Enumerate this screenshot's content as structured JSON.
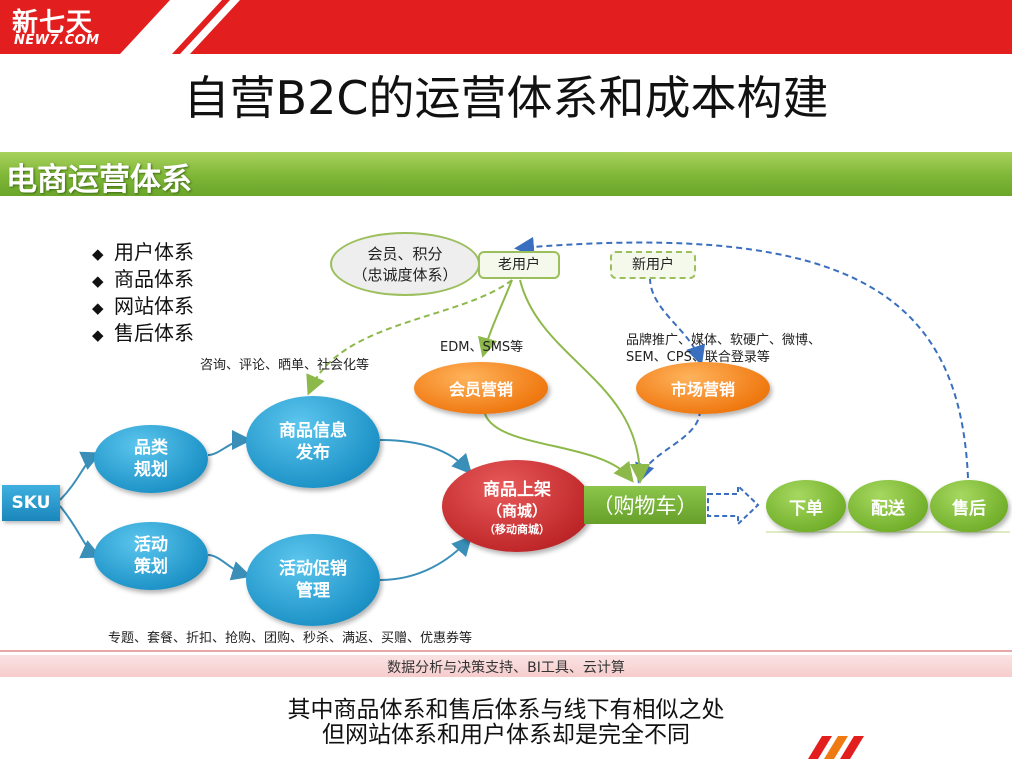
{
  "header": {
    "logo_cn": "新七天",
    "logo_en": "NEW7.COM",
    "brand_color": "#e21e1e"
  },
  "title": "自营B2C的运营体系和成本构建",
  "section": {
    "title": "电商运营体系",
    "color": "#7fb637"
  },
  "bullets": [
    "用户体系",
    "商品体系",
    "网站体系",
    "售后体系"
  ],
  "nodes": {
    "loyalty": [
      "会员、积分",
      "（忠诚度体系）"
    ],
    "old_user": "老用户",
    "new_user": "新用户",
    "edm_note": "EDM、SMS等",
    "consult_note": "咨询、评论、晒单、社会化等",
    "brand_note": [
      "品牌推广、媒体、软硬广、微博、",
      "SEM、CPS、联合登录等"
    ],
    "member_marketing": "会员营销",
    "market_marketing": "市场营销",
    "sku": "SKU",
    "category": [
      "品类",
      "规划"
    ],
    "activity": [
      "活动",
      "策划"
    ],
    "product_info": [
      "商品信息",
      "发布"
    ],
    "promo": [
      "活动促销",
      "管理"
    ],
    "shelf": [
      "商品上架",
      "（商城）",
      "（移动商城）"
    ],
    "cart": "（购物车）",
    "order": "下单",
    "delivery": "配送",
    "aftersale": "售后",
    "promo_note": "专题、套餐、折扣、抢购、团购、秒杀、满返、买赠、优惠券等"
  },
  "bottom_band": "数据分析与决策支持、BI工具、云计算",
  "summary": [
    "其中商品体系和售后体系与线下有相似之处",
    "但网站体系和用户体系却是完全不同"
  ],
  "colors": {
    "blue": "#1f94c8",
    "orange": "#f07a12",
    "green": "#74b12c",
    "red_node": "#c0282a",
    "arrow_blue": "#3a6fbf",
    "arrow_green": "#8db84a"
  }
}
